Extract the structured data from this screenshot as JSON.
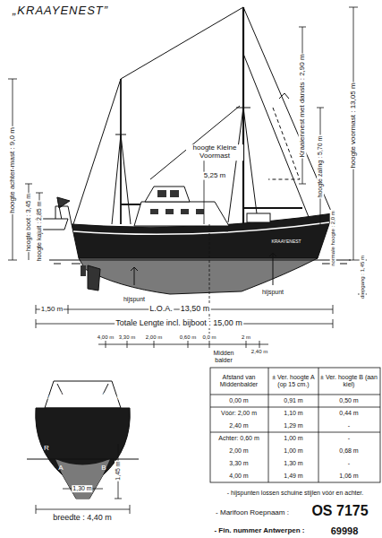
{
  "diagram": {
    "title": "„KRAAYENEST”",
    "labels": [
      "hoogte achter-mast : 9,0 m",
      "hoogte boot : 3,45 m",
      "hoogte kajuit : 2,85 m",
      "hoogte Kleine Voormast",
      "5,25 m",
      "Kraaiennest met dansts : 2,90 m",
      "hoogte zaling : 5,70 m",
      "normale hoogte : 2,0 m",
      "hoogte voormast : 13,05 m",
      "diepgang : 1,45 m",
      "hijspunt",
      "hijspunt",
      "L.O.A.",
      "13,50 m",
      "1,50 m",
      "Totale Lengte incl. bijboot : 15,00 m",
      "4,00 m",
      "3,30 m",
      "2,00 m",
      "0,60 m",
      "0,0 m",
      "2 m",
      "2,40 m",
      "Midden balder",
      "KRAAYENEST",
      "KRAAYENEST",
      "KRAAYENEST",
      "breedte : 4,40 m",
      "1,30 m",
      "1,45 m",
      "A",
      "B",
      "R",
      "Afstand van Middenbalder",
      "± Ver. hoogte A (op 15 cm.)",
      "± Ver. hoogte B (aan kiel)",
      "0,00 m",
      "0,91 m",
      "0,50 m",
      "Vóór: 2,00 m",
      "1,10 m",
      "0,44 m",
      "2,40 m",
      "1,29 m",
      "-",
      "Achter: 0,60 m",
      "1,00 m",
      "-",
      "2,00 m",
      "1,00 m",
      "0,68 m",
      "3,30 m",
      "1,30 m",
      "-",
      "4,00 m",
      "1,49 m",
      "1,06 m",
      "- hijspunten lossen schuine stijlen vóór en achter.",
      "- Marifoon Roepnaam :",
      "OS 7175",
      "- Fin. nummer Antwerpen :",
      "69998"
    ]
  }
}
